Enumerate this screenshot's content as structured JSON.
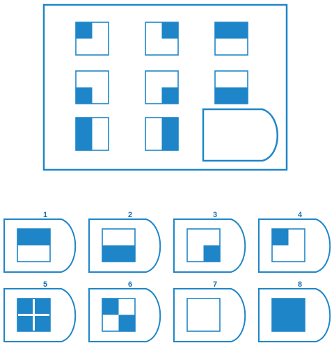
{
  "colors": {
    "stroke": "#1e86c8",
    "fill": "#1e86c8",
    "label": "#1b6fb3",
    "background": "#ffffff"
  },
  "puzzle": {
    "matrix": [
      [
        "quadrant-top-left",
        "quadrant-top-right",
        "half-top"
      ],
      [
        "quadrant-bottom-left",
        "quadrant-bottom-right",
        "half-bottom"
      ],
      [
        "half-left",
        "half-right",
        "missing"
      ]
    ]
  },
  "options": [
    {
      "label": "1",
      "pattern": "half-top"
    },
    {
      "label": "2",
      "pattern": "half-bottom"
    },
    {
      "label": "3",
      "pattern": "quadrant-bottom-right"
    },
    {
      "label": "4",
      "pattern": "quadrant-top-left"
    },
    {
      "label": "5",
      "pattern": "cross-full"
    },
    {
      "label": "6",
      "pattern": "diagonal-quadrants"
    },
    {
      "label": "7",
      "pattern": "empty"
    },
    {
      "label": "8",
      "pattern": "full"
    }
  ]
}
